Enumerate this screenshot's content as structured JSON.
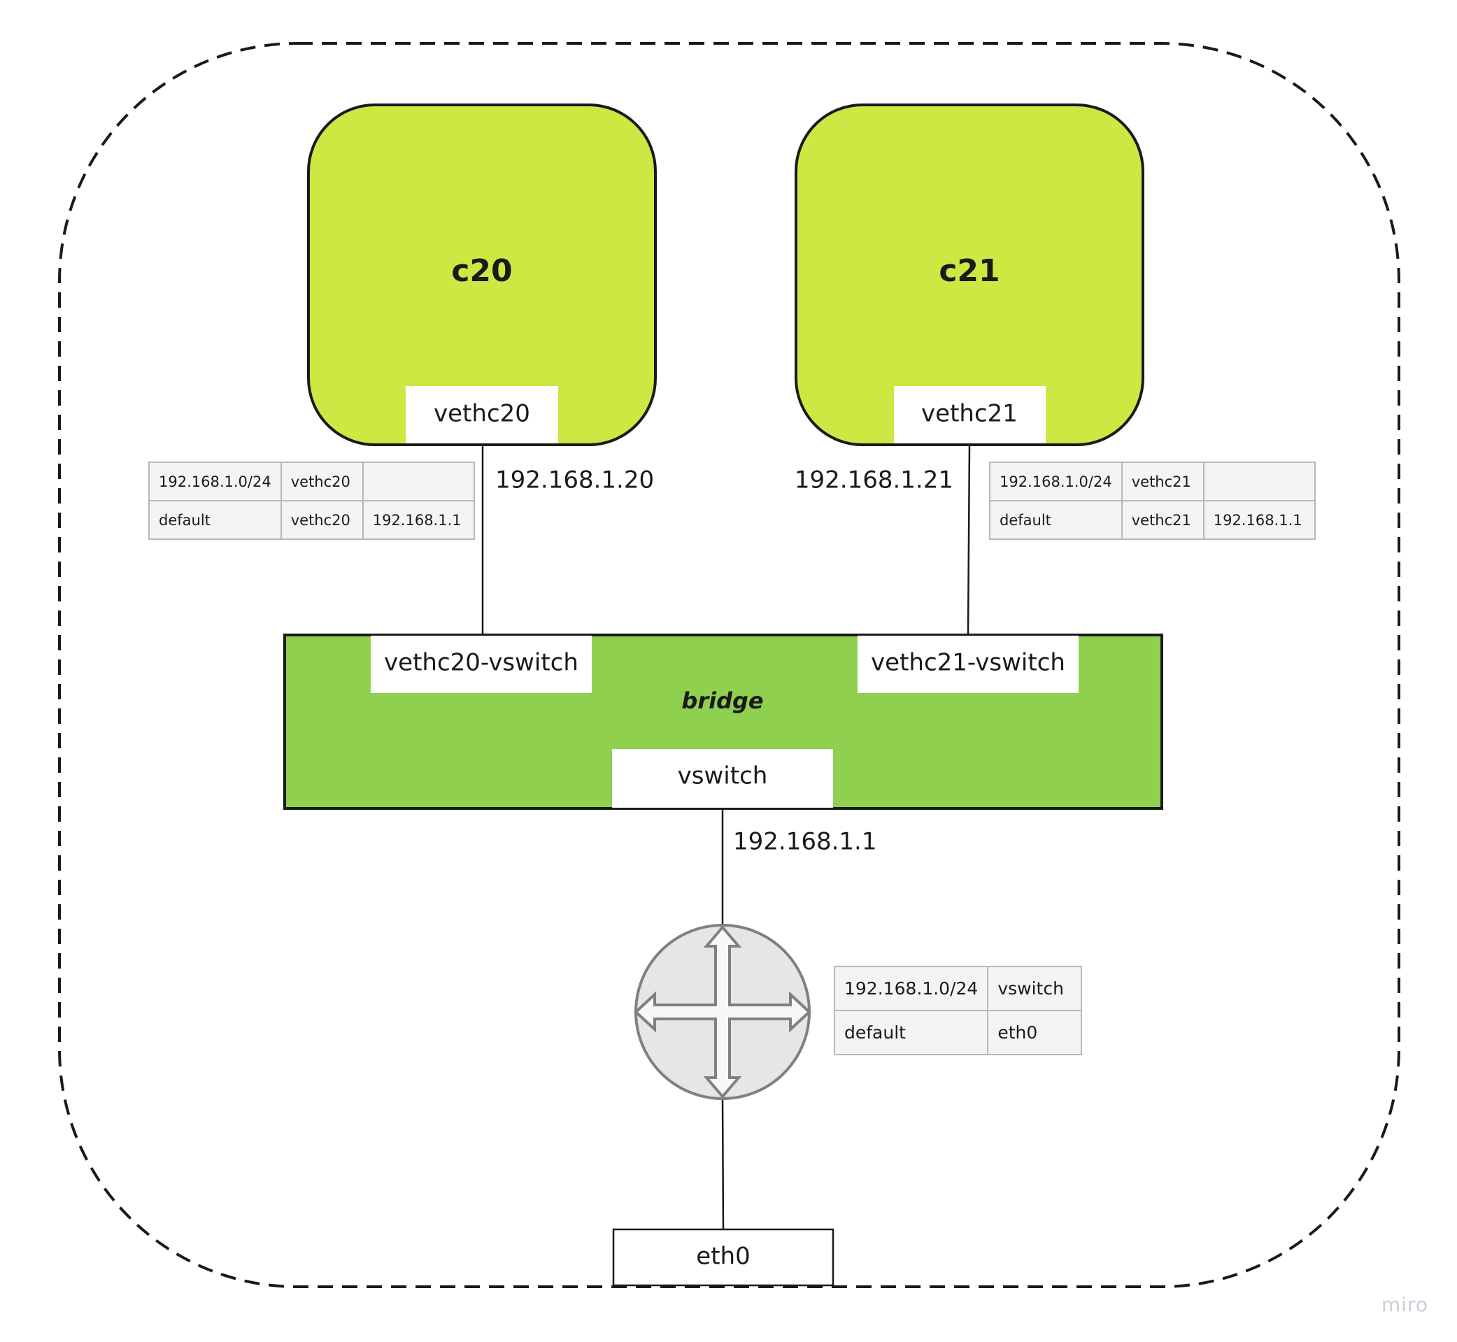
{
  "containers": [
    {
      "name": "c20",
      "interface": "vethc20",
      "ip": "192.168.1.20"
    },
    {
      "name": "c21",
      "interface": "vethc21",
      "ip": "192.168.1.21"
    }
  ],
  "bridge": {
    "name": "bridge",
    "ports": [
      "vethc20-vswitch",
      "vethc21-vswitch"
    ],
    "interface": "vswitch",
    "ip": "192.168.1.1"
  },
  "host_interface": "eth0",
  "routing_tables": {
    "c20": [
      [
        "192.168.1.0/24",
        "vethc20",
        ""
      ],
      [
        "default",
        "vethc20",
        "192.168.1.1"
      ]
    ],
    "c21": [
      [
        "192.168.1.0/24",
        "vethc21",
        ""
      ],
      [
        "default",
        "vethc21",
        "192.168.1.1"
      ]
    ],
    "host": [
      [
        "192.168.1.0/24",
        "vswitch"
      ],
      [
        "default",
        "eth0"
      ]
    ]
  },
  "icons": {
    "router": "router-icon"
  },
  "colors": {
    "container_fill": "#cde843",
    "bridge_fill": "#8fd14f",
    "router_fill": "#e6e6e6"
  },
  "watermark": "miro"
}
